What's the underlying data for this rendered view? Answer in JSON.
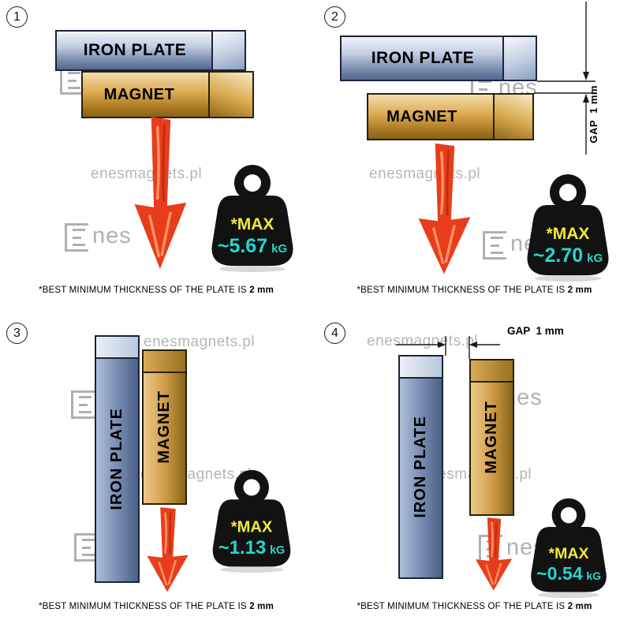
{
  "colors": {
    "divider": "#2e968a",
    "arrow": "#e83d1c",
    "max_label": "#f0ea3a",
    "max_value": "#25d6d0",
    "weight": "#121212",
    "watermark": "#b5b5b5"
  },
  "watermark": {
    "site": "enesmagnets.pl",
    "logo_suffix": "nes"
  },
  "labels": {
    "iron_plate": "IRON PLATE",
    "magnet": "MAGNET",
    "max": "*MAX",
    "unit": "kG",
    "gap": "GAP  1 mm"
  },
  "footer": {
    "prefix": "*BEST MINIMUM THICKNESS OF THE PLATE IS ",
    "bold": "2 mm"
  },
  "panels": [
    {
      "number": "1",
      "value": "~5.67"
    },
    {
      "number": "2",
      "value": "~2.70"
    },
    {
      "number": "3",
      "value": "~1.13"
    },
    {
      "number": "4",
      "value": "~0.54"
    }
  ]
}
